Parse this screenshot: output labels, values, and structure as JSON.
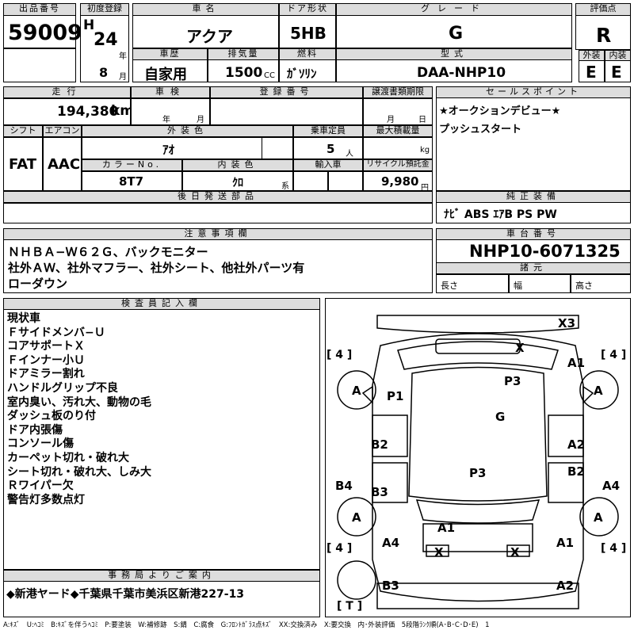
{
  "header": {
    "lot_label": "出品番号",
    "lot_number": "59009",
    "first_reg_label": "初度登録",
    "era": "H",
    "year": "24",
    "year_unit": "年",
    "month": "8",
    "month_unit": "月",
    "car_name_label": "車名",
    "car_name": "アクア",
    "door_label": "ドア形状",
    "door": "5HB",
    "grade_label": "グレード",
    "grade": "G",
    "score_label": "評価点",
    "score": "R",
    "history_label": "車歴",
    "history": "自家用",
    "displacement_label": "排気量",
    "displacement": "1500",
    "displacement_unit": "CC",
    "fuel_label": "燃料",
    "fuel": "ｶﾞｿﾘﾝ",
    "model_label": "型式",
    "model": "DAA-NHP10",
    "exterior_label": "外装",
    "exterior": "E",
    "interior_label": "内装",
    "interior": "E"
  },
  "row2": {
    "mileage_label": "走行",
    "mileage": "194,380",
    "mileage_unit": "km",
    "inspection_label": "車検",
    "insp_year_unit": "年",
    "insp_month_unit": "月",
    "plate_label": "登録番号",
    "transfer_label": "譲渡書類期限",
    "transfer_month_unit": "月",
    "transfer_day_unit": "日",
    "sales_label": "セールスポイント",
    "sales_points": [
      "★オークションデビュー★",
      "プッシュスタート"
    ],
    "shift_label": "シフト",
    "shift": "FAT",
    "ac_label": "エアコン",
    "ac": "AAC",
    "ext_color_label": "外装色",
    "ext_color": "ｱｵ",
    "capacity_label": "乗車定員",
    "capacity": "5",
    "capacity_unit": "人",
    "maxload_label": "最大積載量",
    "maxload_unit": "kg",
    "color_no_label": "カラーNo.",
    "color_no": "8T7",
    "int_color_label": "内装色",
    "int_color": "ｸﾛ",
    "int_color_unit": "系",
    "import_label": "輸入車",
    "recycle_label": "リサイクル預託金",
    "recycle": "9,980",
    "recycle_unit": "円",
    "later_label": "後日発送部品",
    "equip_label": "純正装備",
    "equip": "ﾅﾋﾞ ABS ｴｱB PS PW"
  },
  "notice": {
    "label": "注意事項欄",
    "lines": [
      "ＮＨＢＡ−Ｗ６２Ｇ、バックモニター",
      "社外ＡＷ、社外マフラー、社外シート、他社外パーツ有",
      "ローダウン"
    ]
  },
  "chassis": {
    "label": "車台番号",
    "number": "NHP10-6071325",
    "spec_label": "諸元",
    "length_label": "長さ",
    "width_label": "幅",
    "height_label": "高さ"
  },
  "inspector": {
    "label": "検査員記入欄",
    "lines": [
      "現状車",
      "Ｆサイドメンバ−Ｕ",
      "コアサポートＸ",
      "Ｆインナー小Ｕ",
      "ドアミラー割れ",
      "ハンドルグリップ不良",
      "室内臭い、汚れ大、動物の毛",
      "ダッシュ板のり付",
      "ドア内張傷",
      "コンソール傷",
      "カーペット切れ・破れ大",
      "シート切れ・破れ大、しみ大",
      "Ｒワイパー欠",
      "警告灯多数点灯"
    ]
  },
  "office": {
    "label": "事務局よりご案内",
    "text": "◆新港ヤード◆千葉県千葉市美浜区新港227-13"
  },
  "diagram": {
    "tire_fl": "[ 4 ]",
    "tire_fr": "[ 4 ]",
    "tire_rl": "[ 4 ]",
    "tire_rr": "[ 4 ]",
    "spare": "[ T ]",
    "marks": [
      "X3",
      "X",
      "A1",
      "A",
      "A",
      "P1",
      "P3",
      "G",
      "B2",
      "A2",
      "B2",
      "B4",
      "B3",
      "P3",
      "A4",
      "A",
      "A",
      "A1",
      "A4",
      "A1",
      "X",
      "X",
      "B3",
      "A2"
    ]
  },
  "footer": {
    "legend": "A:ｷｽﾞ　U:ﾍｺﾐ　B:ｷｽﾞを伴うﾍｺﾐ　P:要塗装　W:補修跡　S:錆　C:腐食　G:ﾌﾛﾝﾄｶﾞﾗｽ点ｷｽﾞ　XX:交換済み　X:要交換　内･外装評価　5段階ﾗﾝｸ順(A･B･C･D･E)　1"
  }
}
